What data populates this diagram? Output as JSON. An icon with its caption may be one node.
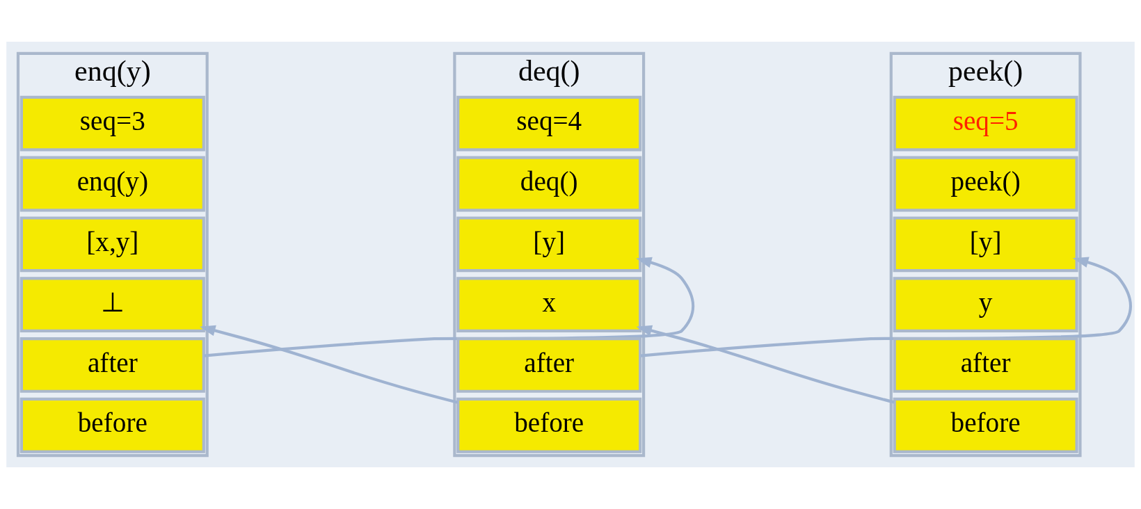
{
  "diagram": {
    "nodes": [
      {
        "text": [
          "enq(y)"
        ]
      },
      {
        "text": [
          "seq=3"
        ],
        "in": 0
      },
      {
        "text": [
          "enq(y)"
        ],
        "in": 0
      },
      {
        "text": [
          "[x,y]"
        ],
        "in": 0
      },
      {
        "text": [
          "⊥"
        ],
        "in": 0
      },
      {
        "text": [
          "after"
        ],
        "in": 0
      },
      {
        "text": [
          "before"
        ],
        "in": 0
      },
      {
        "text": [
          "deq()"
        ]
      },
      {
        "text": [
          "seq=4"
        ],
        "in": 7
      },
      {
        "text": [
          "deq()"
        ],
        "in": 7
      },
      {
        "text": [
          "[y]"
        ],
        "in": 7
      },
      {
        "text": [
          "x"
        ],
        "in": 7
      },
      {
        "text": [
          "after"
        ],
        "in": 7
      },
      {
        "text": [
          "before"
        ],
        "in": 7
      },
      {
        "text": [
          "peek()"
        ]
      },
      {
        "text": [
          "seq=5"
        ],
        "in": 14
      },
      {
        "text": [
          "peek()"
        ],
        "in": 14
      },
      {
        "text": [
          "[y]"
        ],
        "in": 14
      },
      {
        "text": [
          "y"
        ],
        "in": 14
      },
      {
        "text": [
          "after"
        ],
        "in": 14
      },
      {
        "text": [
          "before"
        ],
        "in": 14
      }
    ],
    "edges": [
      {
        "from": 5,
        "to": 10,
        "arrow": "to"
      },
      {
        "from": 13,
        "to": 4,
        "arrow": "to"
      },
      {
        "from": 12,
        "to": 17,
        "arrow": "to"
      },
      {
        "from": 20,
        "to": 11,
        "arrow": "to"
      }
    ]
  }
}
